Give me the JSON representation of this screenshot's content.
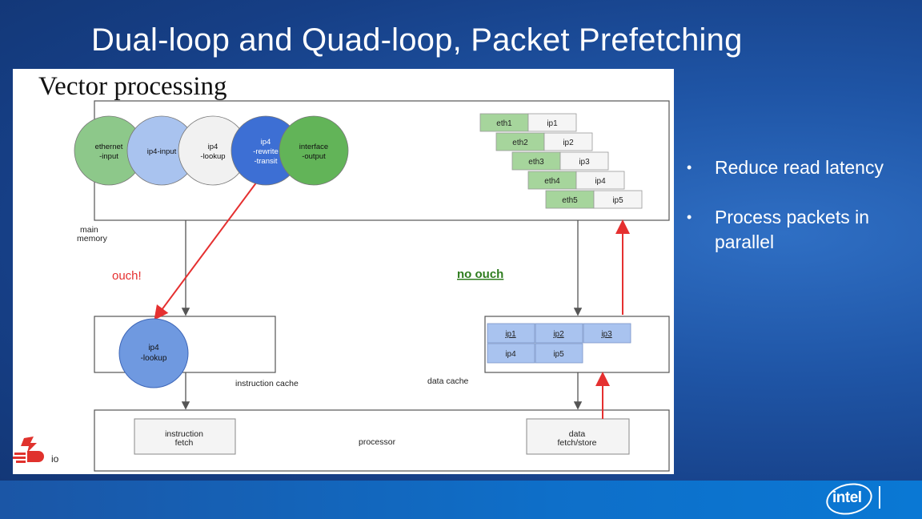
{
  "slide": {
    "title": "Dual-loop and Quad-loop, Packet Prefetching",
    "bullets": [
      "Reduce read latency",
      "Process packets in parallel"
    ],
    "bullet_marker": "•"
  },
  "diagram": {
    "heading": "Vector processing",
    "nodes": [
      {
        "lines": [
          "ethernet",
          "-input"
        ],
        "color": "#8dc88a"
      },
      {
        "lines": [
          "ip4-input"
        ],
        "color": "#a9c3ef"
      },
      {
        "lines": [
          "ip4",
          "-lookup"
        ],
        "color": "#f1f1f1"
      },
      {
        "lines": [
          "ip4",
          "-rewrite",
          "-transit"
        ],
        "color": "#3d6fd4"
      },
      {
        "lines": [
          "interface",
          "-output"
        ],
        "color": "#62b458"
      }
    ],
    "packets": [
      [
        "eth1",
        "ip1"
      ],
      [
        "eth2",
        "ip2"
      ],
      [
        "eth3",
        "ip3"
      ],
      [
        "eth4",
        "ip4"
      ],
      [
        "eth5",
        "ip5"
      ]
    ],
    "labels": {
      "main_memory": [
        "main",
        "memory"
      ],
      "ouch": "ouch!",
      "no_ouch": "no ouch",
      "instruction_cache": "instruction cache",
      "data_cache": "data cache",
      "processor": "processor",
      "instruction_fetch": [
        "instruction",
        "fetch"
      ],
      "data_fetch_store": [
        "data",
        "fetch/store"
      ],
      "icache_node": [
        "ip4",
        "-lookup"
      ]
    },
    "dcache_cells": [
      "ip1",
      "ip2",
      "ip3",
      "ip4",
      "ip5"
    ],
    "colors": {
      "eth_cell": "#a6d59c",
      "ip_cell": "#f5f5f5",
      "dcache_cell": "#a9c3ef",
      "arrow_red": "#e53030",
      "no_ouch_green": "#2f7d1f",
      "box_stroke": "#555555"
    }
  },
  "brand": {
    "fdio_logo_text": "io",
    "intel_logo_text": "intel"
  }
}
